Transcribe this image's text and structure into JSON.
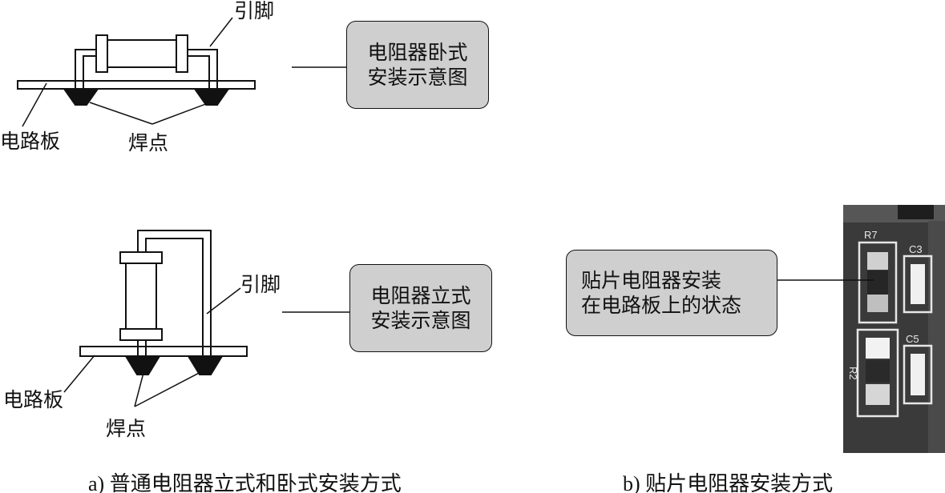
{
  "horizontal": {
    "lead_label": "引脚",
    "board_label": "电路板",
    "solder_label": "焊点",
    "box_line1": "电阻器卧式",
    "box_line2": "安装示意图"
  },
  "vertical": {
    "lead_label": "引脚",
    "board_label": "电路板",
    "solder_label": "焊点",
    "box_line1": "电阻器立式",
    "box_line2": "安装示意图"
  },
  "smd": {
    "box_line1": "贴片电阻器安装",
    "box_line2": "在电路板上的状态",
    "photo_labels": [
      "R7",
      "C3",
      "C5",
      "R2"
    ]
  },
  "captions": {
    "a": "a) 普通电阻器立式和卧式安装方式",
    "b": "b) 贴片电阻器安装方式"
  },
  "colors": {
    "ink": "#111111",
    "box_fill": "#cfcfcf",
    "photo_bg": "#3a3a3a"
  }
}
